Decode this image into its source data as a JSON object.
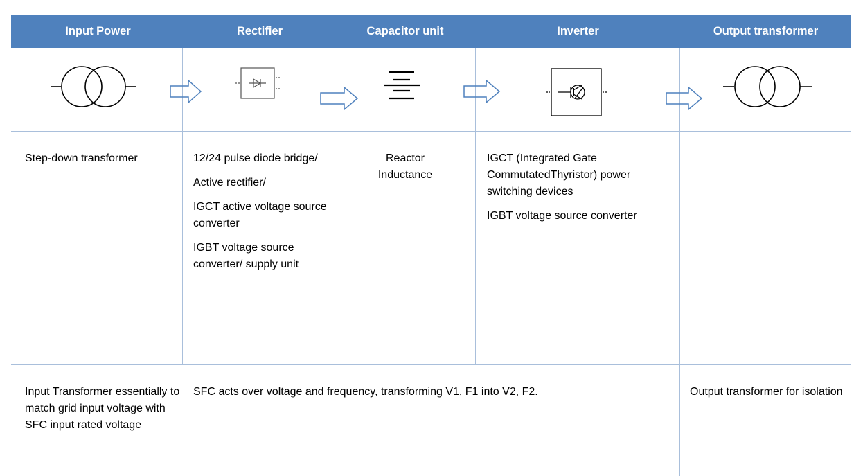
{
  "header": {
    "input_power": "Input Power",
    "rectifier": "Rectifier",
    "capacitor_unit": "Capacitor unit",
    "inverter": "Inverter",
    "output_transformer": "Output transformer"
  },
  "icons": {
    "input_transformer": "transformer-symbol-icon",
    "rectifier": "diode-bridge-symbol-icon",
    "capacitor": "capacitor-symbol-icon",
    "inverter": "igbt-switch-symbol-icon",
    "output_transformer": "transformer-symbol-icon",
    "flow_arrow": "right-outline-arrow-icon"
  },
  "row1": {
    "input_power": "Step-down transformer",
    "rectifier": [
      "12/24 pulse diode bridge/",
      "Active rectifier/",
      "IGCT active voltage source converter",
      "IGBT voltage source converter/ supply unit"
    ],
    "capacitor_unit": [
      "Reactor",
      "Inductance"
    ],
    "inverter": [
      "IGCT (Integrated Gate CommutatedThyristor) power switching devices",
      "IGBT voltage source converter"
    ],
    "output_transformer": ""
  },
  "row2": {
    "input_power": "Input Transformer essentially to match grid input voltage with SFC input rated voltage",
    "sfc": "SFC acts over voltage and frequency, transforming V1, F1 into V2, F2.",
    "output_transformer": "Output transformer for isolation"
  },
  "colors": {
    "header_bg": "#4f81bd",
    "grid_line": "#a9bfdb",
    "arrow": "#4f81bd"
  }
}
